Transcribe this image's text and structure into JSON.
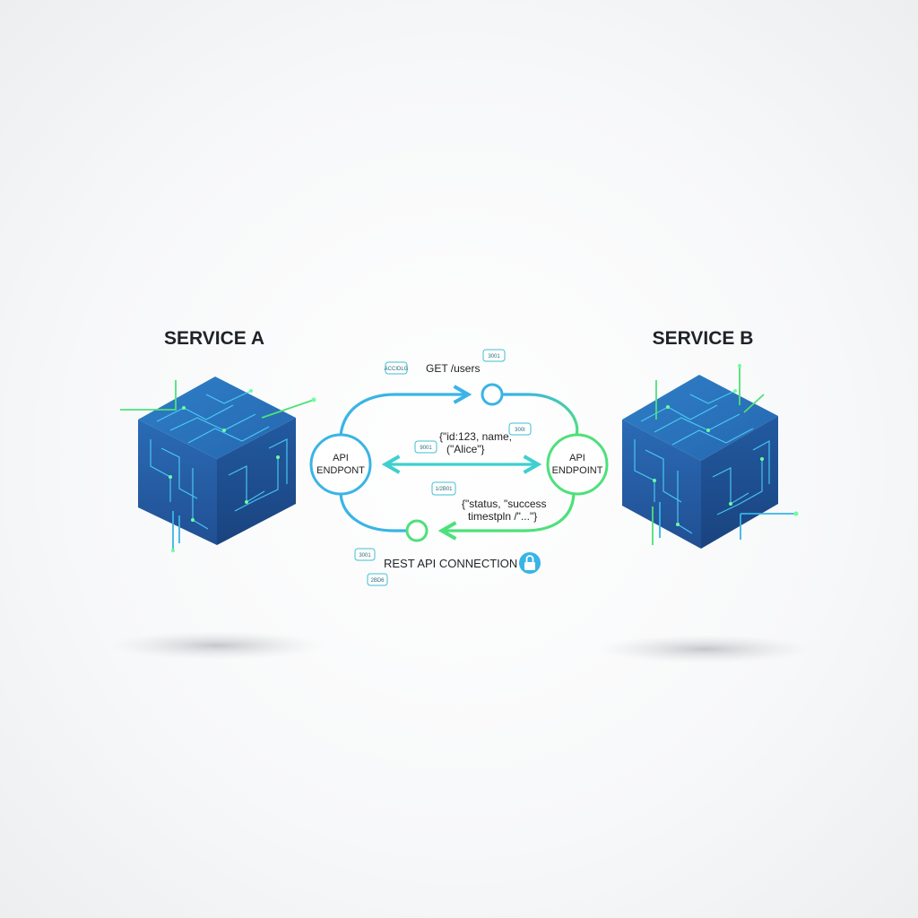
{
  "services": {
    "a": {
      "title": "SERVICE A"
    },
    "b": {
      "title": "SERVICE B"
    }
  },
  "endpoints": {
    "left": {
      "line1": "API",
      "line2": "ENDPONT"
    },
    "right": {
      "line1": "API",
      "line2": "ENDPOINT"
    }
  },
  "messages": {
    "request": "GET /users",
    "payload_line1": "{\"id:123, name,",
    "payload_line2": "(\"Alice\"}",
    "response_line1": "{\"status, \"success",
    "response_line2": "timestpln /\"...\"}"
  },
  "tags": {
    "t1": "ACCIDLG",
    "t2": "3001",
    "t3": "300I",
    "t4": "9001",
    "t5": "1/2B01",
    "t6": "3001",
    "t7": "2BD6"
  },
  "connection": {
    "label": "REST API CONNECTION",
    "icon": "lock-icon"
  },
  "colors": {
    "blue": "#38b4e6",
    "green": "#4ee07a",
    "cube_dark": "#1f4f8f",
    "cube_mid": "#2a6fb8",
    "circuit": "#4fd8ff"
  }
}
